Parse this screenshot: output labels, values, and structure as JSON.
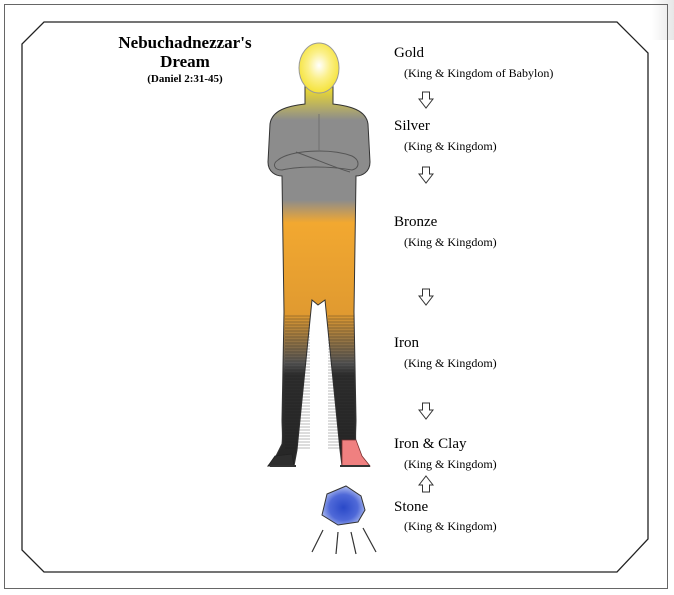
{
  "title": {
    "line1": "Nebuchadnezzar's",
    "line2": "Dream",
    "reference": "(Daniel 2:31-45)"
  },
  "labels": [
    {
      "metal": "Gold",
      "kingdom": "(King & Kingdom of Babylon)"
    },
    {
      "metal": "Silver",
      "kingdom": "(King & Kingdom)"
    },
    {
      "metal": "Bronze",
      "kingdom": "(King & Kingdom)"
    },
    {
      "metal": "Iron",
      "kingdom": "(King & Kingdom)"
    },
    {
      "metal": "Iron & Clay",
      "kingdom": "(King & Kingdom)"
    },
    {
      "metal": "Stone",
      "kingdom": "(King & Kingdom)"
    }
  ],
  "arrows": [
    {
      "icon": "down-arrow-icon"
    },
    {
      "icon": "down-arrow-icon"
    },
    {
      "icon": "down-arrow-icon"
    },
    {
      "icon": "down-arrow-icon"
    },
    {
      "icon": "up-arrow-icon"
    }
  ],
  "colors": {
    "gold": "#f4e02a",
    "silver": "#8c8c8c",
    "bronze": "#f2a830",
    "iron": "#2e2e2e",
    "clay": "#f08080",
    "stone": "#2a49c8"
  }
}
